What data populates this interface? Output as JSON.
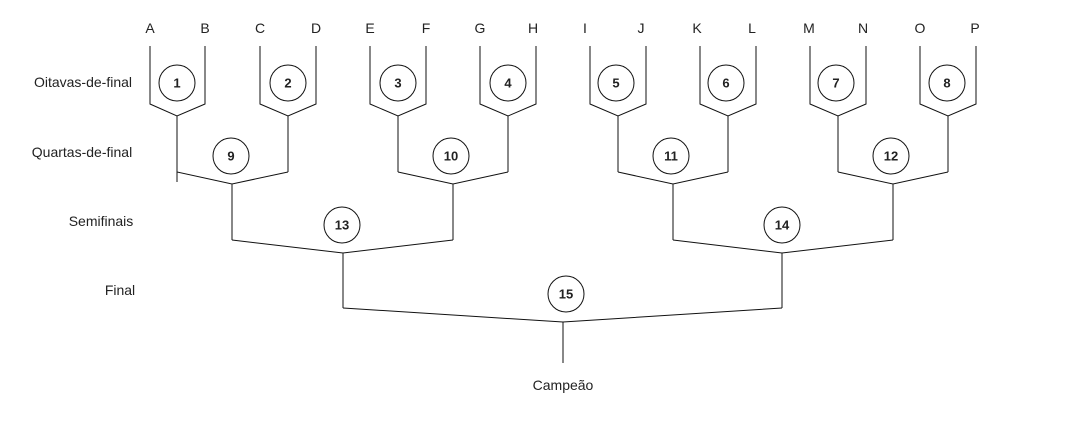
{
  "teams": [
    "A",
    "B",
    "C",
    "D",
    "E",
    "F",
    "G",
    "H",
    "I",
    "J",
    "K",
    "L",
    "M",
    "N",
    "O",
    "P"
  ],
  "rounds": {
    "round_of_16": "Oitavas-de-final",
    "quarterfinals": "Quartas-de-final",
    "semifinals": "Semifinais",
    "final": "Final"
  },
  "champion": "Campeão",
  "matches": {
    "round_of_16": [
      "1",
      "2",
      "3",
      "4",
      "5",
      "6",
      "7",
      "8"
    ],
    "quarterfinals": [
      "9",
      "10",
      "11",
      "12"
    ],
    "semifinals": [
      "13",
      "14"
    ],
    "final": [
      "15"
    ]
  }
}
